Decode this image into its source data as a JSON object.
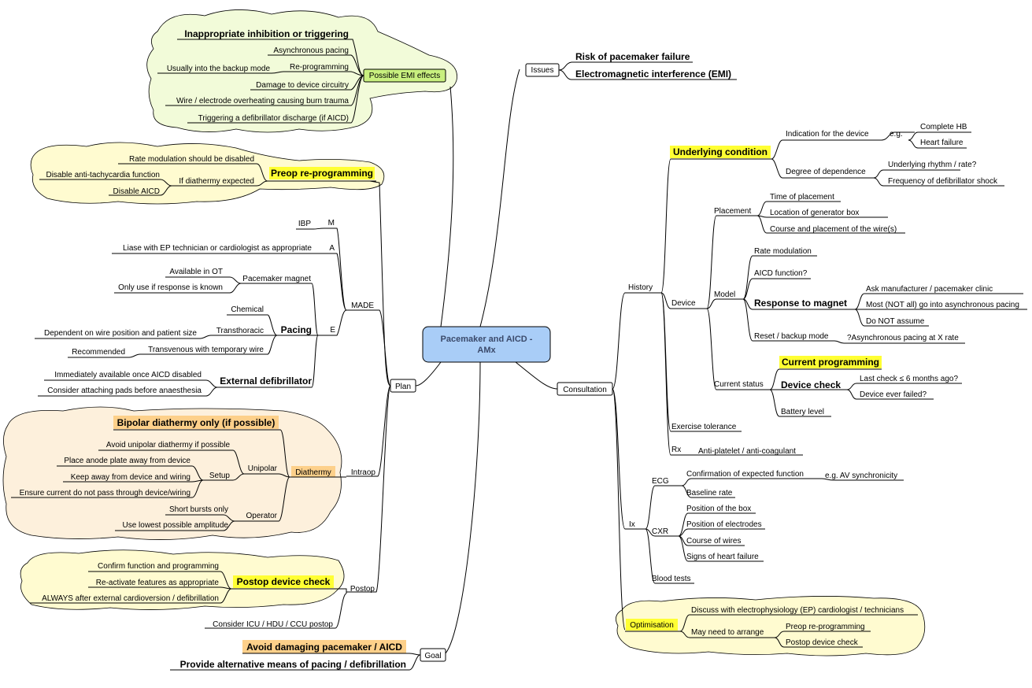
{
  "colors": {
    "cloud_green": "#f2fbd9",
    "cloud_yellow": "#fffbd0",
    "cloud_orange": "#fdf0dc",
    "highlight_yellow": "#ffff33",
    "highlight_orange": "#fdd08a",
    "highlight_green": "#c9f07f",
    "center_fill": "#a9cdf7"
  },
  "center": {
    "title": "Pacemaker and AICD -",
    "title2": "AMx"
  },
  "issues": {
    "label": "Issues",
    "items": [
      "Risk of pacemaker failure",
      "Electromagnetic interference (EMI)"
    ]
  },
  "emi": {
    "label": "Possible EMI effects",
    "items": [
      "Inappropriate inhibition or triggering",
      "Asynchronous pacing",
      "Re-programming",
      "Usually into the backup mode",
      "Damage to device circuitry",
      "Wire / electrode overheating causing burn trauma",
      "Triggering a defibrillator discharge (if AICD)"
    ]
  },
  "plan": {
    "label": "Plan",
    "preop": {
      "label": "Preop re-programming",
      "items": [
        "Rate modulation should be disabled",
        "If diathermy expected",
        "Disable anti-tachycardia function",
        "Disable AICD"
      ]
    },
    "made": {
      "label": "MADE",
      "m": "M",
      "ibp": "IBP",
      "a": "A",
      "liaise": "Liase with EP technician or cardiologist as appropriate",
      "e": "E",
      "magnet": "Pacemaker magnet",
      "avail_ot": "Available in OT",
      "only_use": "Only use if response is known",
      "pacing": "Pacing",
      "chemical": "Chemical",
      "transthoracic": "Transthoracic",
      "dependent": "Dependent on wire position and patient size",
      "transvenous": "Transvenous with temporary wire",
      "recommended": "Recommended",
      "ext_defib": "External defibrillator",
      "immediately": "Immediately available once AICD disabled",
      "consider_pads": "Consider attaching pads before anaesthesia"
    },
    "intraop": {
      "label": "Intraop",
      "diathermy": "Diathermy",
      "bipolar": "Bipolar diathermy only (if possible)",
      "unipolar": "Unipolar",
      "avoid_unipolar": "Avoid unipolar diathermy if possible",
      "setup": "Setup",
      "anode": "Place anode plate away from device",
      "keep_away": "Keep away from device and wiring",
      "ensure": "Ensure current do not pass through device/wiring",
      "operator": "Operator",
      "short_bursts": "Short bursts only",
      "lowest_amp": "Use lowest possible amplitude"
    },
    "postop": {
      "label": "Postop",
      "check": "Postop device check",
      "confirm": "Confirm function and programming",
      "reactivate": "Re-activate features as appropriate",
      "always": "ALWAYS after external cardioversion / defibrillation",
      "consider": "Consider ICU / HDU / CCU postop"
    }
  },
  "goal": {
    "label": "Goal",
    "avoid": "Avoid damaging pacemaker / AICD",
    "provide": "Provide alternative means of pacing / defibrillation"
  },
  "consultation": {
    "label": "Consultation",
    "history": {
      "label": "History",
      "underlying": "Underlying condition",
      "indication": "Indication for the device",
      "eg": "e.g.",
      "complete_hb": "Complete HB",
      "heart_failure": "Heart failure",
      "degree": "Degree of dependence",
      "rhythm": "Underlying rhythm / rate?",
      "freq": "Frequency of defibrillator shock",
      "device": "Device",
      "placement": "Placement",
      "time": "Time of placement",
      "location": "Location of generator box",
      "course": "Course and placement of the wire(s)",
      "model": "Model",
      "rate_mod": "Rate modulation",
      "aicd_fn": "AICD function?",
      "response": "Response to magnet",
      "ask": "Ask manufacturer / pacemaker clinic",
      "most": "Most (NOT all) go into asynchronous pacing",
      "donot": "Do NOT assume",
      "reset": "Reset / backup mode",
      "async_x": "?Asynchronous pacing at X rate",
      "current_status": "Current status",
      "current_prog": "Current programming",
      "device_check": "Device check",
      "last_check": "Last check ≤ 6 months ago?",
      "ever_failed": "Device ever failed?",
      "battery": "Battery level",
      "exercise": "Exercise tolerance",
      "rx": "Rx",
      "antiplatelet": "Anti-platelet / anti-coagulant"
    },
    "ix": {
      "label": "Ix",
      "ecg": "ECG",
      "confirmation": "Confirmation of expected function",
      "eg_av": "e.g. AV synchronicity",
      "baseline": "Baseline rate",
      "cxr": "CXR",
      "pos_box": "Position of the box",
      "pos_elec": "Position of electrodes",
      "course_wires": "Course of wires",
      "signs_hf": "Signs of heart failure",
      "blood": "Blood tests"
    },
    "optimisation": {
      "label": "Optimisation",
      "discuss": "Discuss with electrophysiology (EP) cardiologist / technicians",
      "may_need": "May need to arrange",
      "preop": "Preop re-programming",
      "postop": "Postop device check"
    }
  }
}
